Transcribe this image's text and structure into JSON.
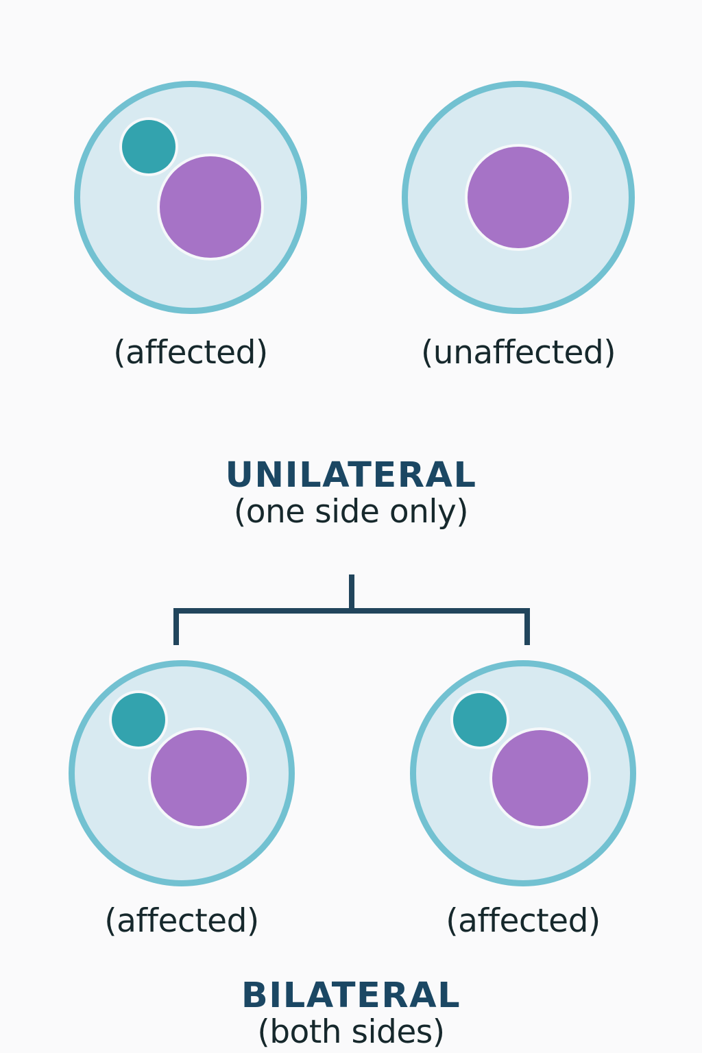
{
  "diagram": {
    "title_unilateral": "UNILATERAL",
    "subtitle_unilateral": "(one side only)",
    "title_bilateral": "BILATERAL",
    "subtitle_bilateral": "(both sides)",
    "colors": {
      "background": "#fafafb",
      "cell_fill": "#d8eaf1",
      "cell_stroke": "#72c1d1",
      "nucleus": "#a673c6",
      "lesion": "#33a3ae",
      "heading": "#1b4763",
      "body_text": "#16282c",
      "bracket": "#21455c"
    },
    "unilateral_row": {
      "cells": [
        {
          "label": "(affected)",
          "has_lesion": true
        },
        {
          "label": "(unaffected)",
          "has_lesion": false
        }
      ]
    },
    "bilateral_row": {
      "cells": [
        {
          "label": "(affected)",
          "has_lesion": true
        },
        {
          "label": "(affected)",
          "has_lesion": true
        }
      ]
    }
  }
}
